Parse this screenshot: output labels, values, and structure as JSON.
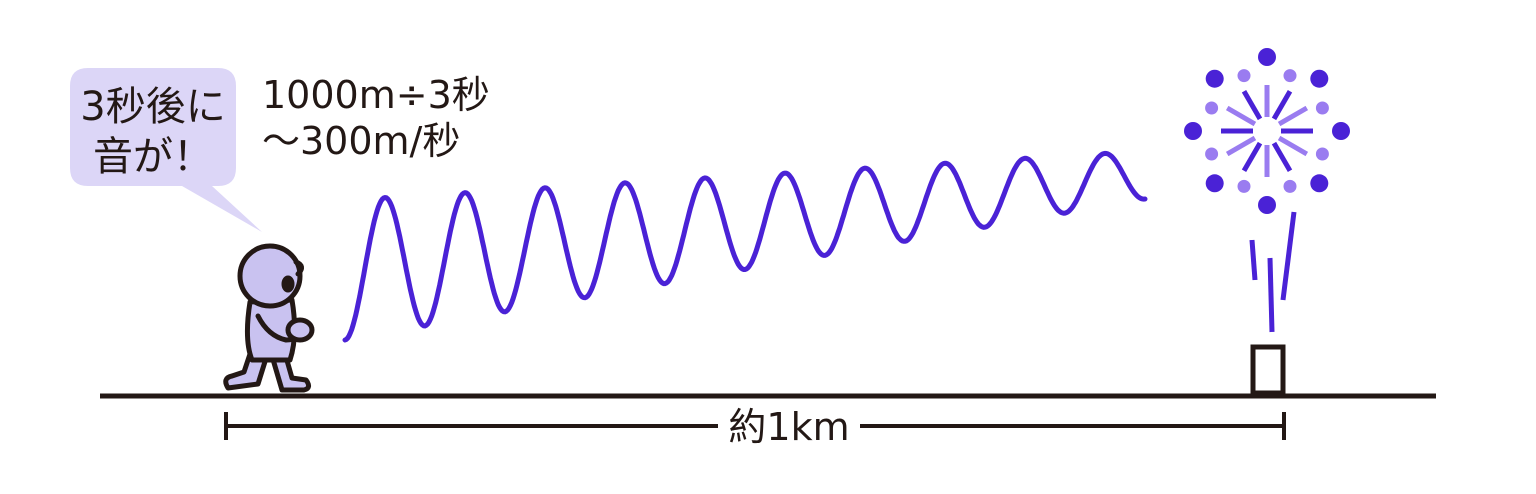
{
  "speech_bubble": {
    "line1": "3秒後に",
    "line2": "音が！"
  },
  "calculation": {
    "line1": "1000m÷3秒",
    "line2": "～300m/秒"
  },
  "distance_label": "約1km",
  "colors": {
    "wave": "#4a22d6",
    "firework_dark": "#4a22d6",
    "firework_light": "#9a7cf0",
    "person_fill": "#c9c2f0",
    "bubble_fill": "#dcd6f7",
    "line": "#231815"
  }
}
